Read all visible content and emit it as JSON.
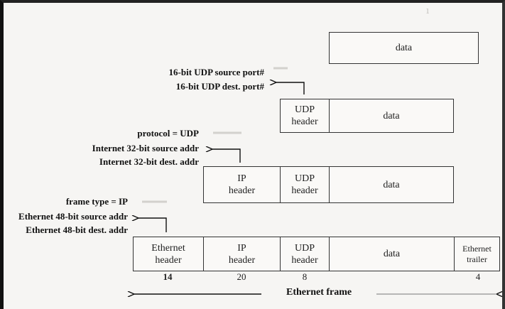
{
  "udp_datagram": {
    "data_label": "data",
    "header_label": "UDP\nheader",
    "annotations": [
      "16-bit UDP source port#",
      "16-bit UDP dest. port#"
    ]
  },
  "ip_packet": {
    "header_label": "IP\nheader",
    "udp_header_label": "UDP\nheader",
    "data_label": "data",
    "annotations": [
      "protocol = UDP",
      "Internet 32-bit source addr",
      "Internet 32-bit dest. addr"
    ]
  },
  "ethernet_frame": {
    "annotations": [
      "frame type = IP",
      "Ethernet 48-bit source addr",
      "Ethernet 48-bit dest. addr"
    ],
    "cells": [
      {
        "label": "Ethernet\nheader",
        "size": "14"
      },
      {
        "label": "IP\nheader",
        "size": "20"
      },
      {
        "label": "UDP\nheader",
        "size": "8"
      },
      {
        "label": "data",
        "size": ""
      },
      {
        "label": "Ethernet\ntrailer",
        "size": "4"
      }
    ],
    "caption": "Ethernet frame"
  }
}
